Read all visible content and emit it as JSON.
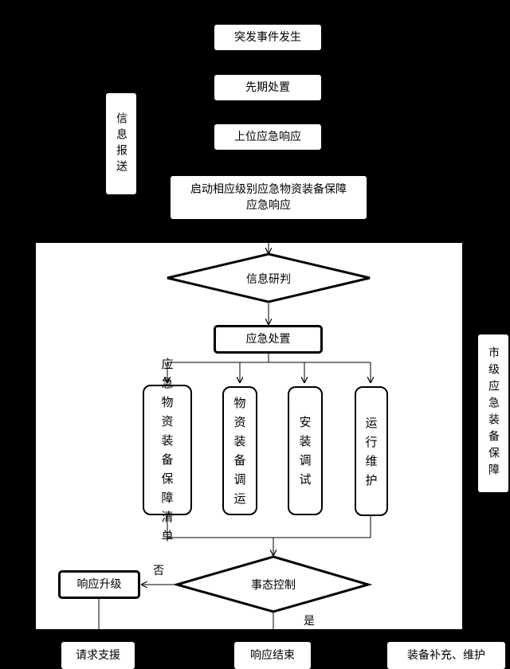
{
  "top": {
    "event": "突发事件发生",
    "initial": "先期处置",
    "upper": "上位应急响应",
    "start_line1": "启动相应级别应急物资装备保障",
    "start_line2": "应急响应",
    "info_report": "信息报送"
  },
  "panel": {
    "judge": "信息研判",
    "dispose": "应急处置",
    "branches": [
      "应急物资装备保障清单",
      "物资装备调运",
      "安装调试",
      "运行维护"
    ],
    "control": "事态控制",
    "no_label": "否",
    "yes_label": "是",
    "upgrade": "响应升级",
    "side": "市级应急装备保障"
  },
  "bottom": {
    "support": "请求支援",
    "end": "响应结束",
    "maintain": "装备补充、维护"
  }
}
